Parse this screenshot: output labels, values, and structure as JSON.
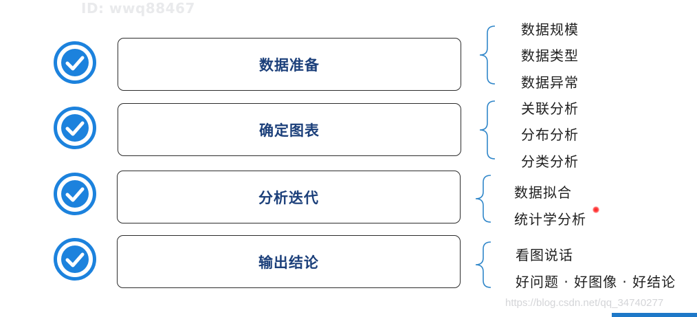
{
  "watermarks": {
    "top": "ID: wwq88467",
    "bottom": "https://blog.csdn.net/qq_34740277"
  },
  "colors": {
    "accent": "#1c82dd",
    "title_text": "#1b3f7a",
    "border": "#2b2b2b",
    "brace": "#2f86c9"
  },
  "steps": [
    {
      "label": "数据准备",
      "icon": "check-circle-icon",
      "items": [
        "数据规模",
        "数据类型",
        "数据异常"
      ]
    },
    {
      "label": "确定图表",
      "icon": "check-circle-icon",
      "items": [
        "关联分析",
        "分布分析",
        "分类分析"
      ]
    },
    {
      "label": "分析迭代",
      "icon": "check-circle-icon",
      "items": [
        "数据拟合",
        "统计学分析"
      ]
    },
    {
      "label": "输出结论",
      "icon": "check-circle-icon",
      "items": [
        "看图说话",
        "好问题 · 好图像 · 好结论"
      ]
    }
  ]
}
